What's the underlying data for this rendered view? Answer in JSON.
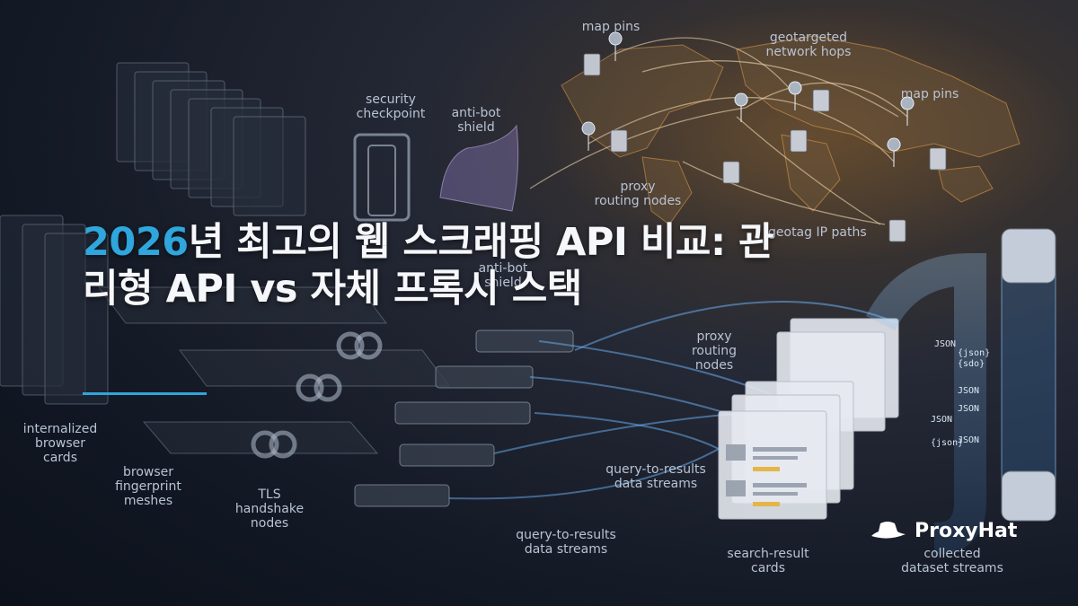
{
  "title": {
    "year": "2026",
    "rest": "년 최고의 웹 스크래핑 API 비교: 관리형 API vs 자체 프록시 스택"
  },
  "labels": {
    "map_pins_1": "map pins",
    "geotargeted": "geotargeted\nnetwork hops",
    "map_pins_2": "map pins",
    "security_checkpoint": "security\ncheckpoint",
    "anti_bot_1": "anti-bot\nshield",
    "proxy_nodes_1": "proxy\nrouting nodes",
    "geotag_paths": "geotag IP paths",
    "anti_bot_2": "anti-bot\nshield",
    "proxy_nodes_2": "proxy\nrouting\nnodes",
    "internalized_cards": "internalized\nbrowser\ncards",
    "fingerprint_meshes": "browser\nfingerprint\nmeshes",
    "tls_nodes": "TLS\nhandshake\nnodes",
    "query_streams_1": "query-to-results\ndata streams",
    "query_streams_2": "query-to-results\ndata streams",
    "search_result_cards": "search-result\ncards",
    "collected_streams": "collected\ndataset streams"
  },
  "json_tags": [
    "JSON",
    "{json}",
    "JSON",
    "{sdo}",
    "JSON",
    "JSON",
    "{json}",
    "JSON"
  ],
  "brand": {
    "name": "ProxyHat"
  },
  "colors": {
    "accent": "#2fa6dc",
    "map_glow": "#e8a24a",
    "stream": "#6fb8ff"
  }
}
